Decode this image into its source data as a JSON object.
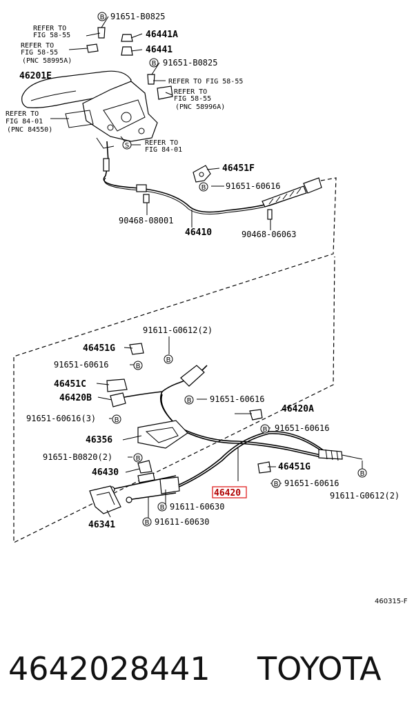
{
  "labels": {
    "l1": "91651-B0825",
    "l2a": "REFER TO",
    "l2b": "FIG 58-55",
    "l3": "46441A",
    "l4a": "REFER TO",
    "l4b": "FIG 58-55",
    "l4c": "(PNC 58995A)",
    "l5": "46441",
    "l6": "91651-B0825",
    "l7": "46201E",
    "l8": "REFER TO FIG 58-55",
    "l9a": "REFER TO",
    "l9b": "FIG 58-55",
    "l9c": "(PNC 58996A)",
    "l10a": "REFER TO",
    "l10b": "FIG 84-01",
    "l10c": "(PNC 84550)",
    "l11a": "REFER TO",
    "l11b": "FIG 84-01",
    "l12": "46451F",
    "l13": "91651-60616",
    "l14": "90468-08001",
    "l15": "46410",
    "l16": "90468-06063",
    "l17": "91611-G0612(2)",
    "l18": "46451G",
    "l19": "91651-60616",
    "l20": "46451C",
    "l21": "46420B",
    "l22": "91651-60616",
    "l23": "91651-60616(3)",
    "l24": "46420A",
    "l25": "91651-60616",
    "l26": "46356",
    "l27": "91651-B0820(2)",
    "l28": "46430",
    "l29": "46451G",
    "l30": "91651-60616",
    "l31": "46420",
    "l32": "91611-G0612(2)",
    "l33": "91611-60630",
    "l34": "91611-60630",
    "l35": "46341"
  },
  "markers": {
    "b": "B",
    "s": "S"
  },
  "code": "460315-F",
  "footer": {
    "part_number": "4642028441",
    "brand": "TOYOTA"
  },
  "highlight_color": "#e02020"
}
